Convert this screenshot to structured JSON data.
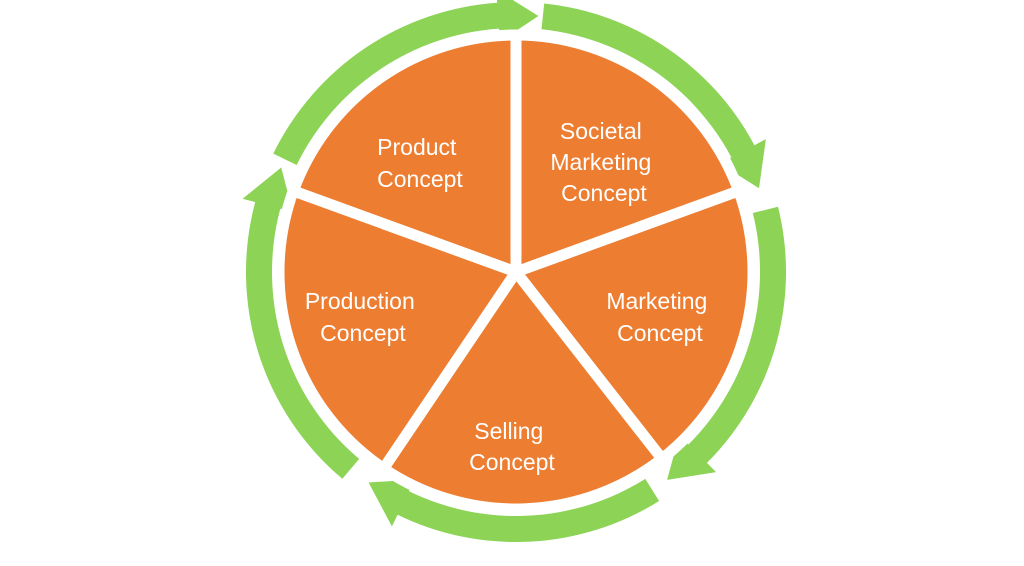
{
  "diagram": {
    "colors": {
      "segment_fill": "#ED7D31",
      "ring_arrow": "#8CD356",
      "label_text": "#FFFFFF",
      "background": "#FFFFFF"
    },
    "segments": [
      {
        "id": "product",
        "lines": [
          "Product",
          "Concept"
        ]
      },
      {
        "id": "societal",
        "lines": [
          "Societal",
          "Marketing",
          "Concept"
        ]
      },
      {
        "id": "marketing",
        "lines": [
          "Marketing",
          "Concept"
        ]
      },
      {
        "id": "selling",
        "lines": [
          "Selling",
          "Concept"
        ]
      },
      {
        "id": "production",
        "lines": [
          "Production",
          "Concept"
        ]
      }
    ],
    "cycle_direction": "clockwise",
    "arrow_icon": "clockwise-arrow-icon"
  }
}
